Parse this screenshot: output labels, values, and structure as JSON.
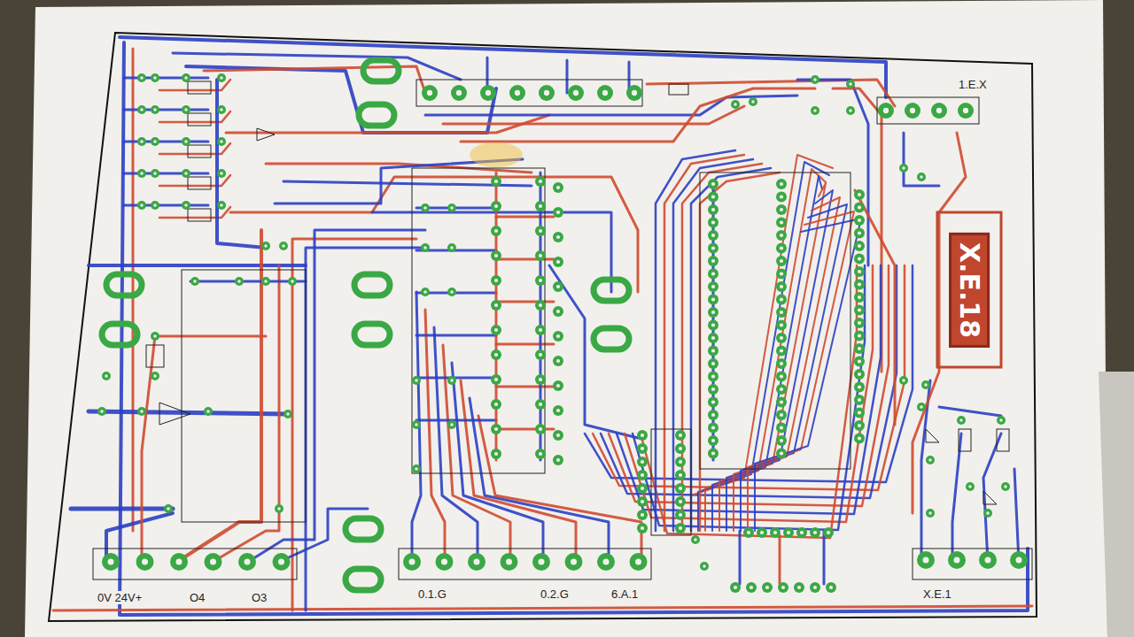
{
  "diagram": {
    "labels": [
      "0V 24V+",
      "O4",
      "O3",
      "0.1.G",
      "0.2.G",
      "6.A.1",
      "1.E.X",
      "X.E.1",
      "X.E.18"
    ]
  }
}
